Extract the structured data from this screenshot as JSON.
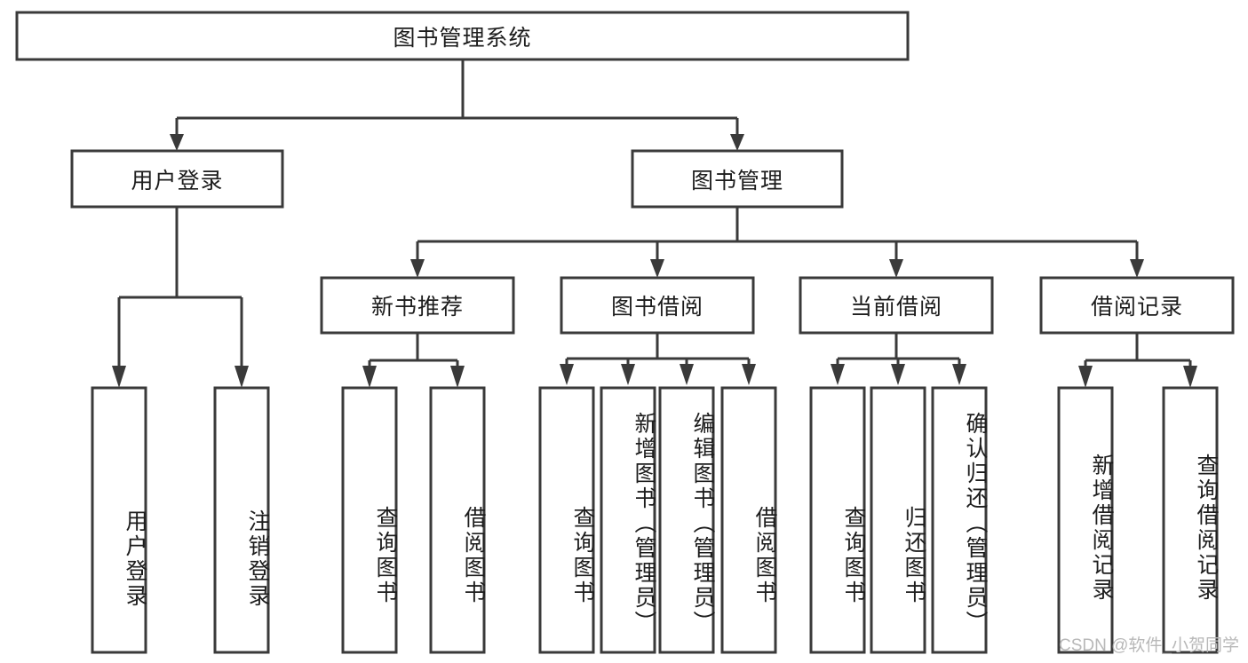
{
  "diagram": {
    "title": "图书管理系统",
    "watermark": "CSDN @软件_小贺同学",
    "colors": {
      "stroke": "#3a3a3a",
      "fill": "#ffffff",
      "text": "#1d1d1d",
      "watermark": "#b8b8b8"
    },
    "levels": {
      "root": {
        "label": "图书管理系统"
      },
      "level2": [
        {
          "label": "用户登录"
        },
        {
          "label": "图书管理"
        }
      ],
      "level3": [
        {
          "label": "新书推荐"
        },
        {
          "label": "图书借阅"
        },
        {
          "label": "当前借阅"
        },
        {
          "label": "借阅记录"
        }
      ],
      "leaves": {
        "user_login": [
          {
            "label": "用户登录"
          },
          {
            "label": "注销登录"
          }
        ],
        "new_book_recommend": [
          {
            "label": "查询图书"
          },
          {
            "label": "借阅图书"
          }
        ],
        "book_borrow": [
          {
            "label": "查询图书"
          },
          {
            "label": "新增图书（管理员）"
          },
          {
            "label": "编辑图书（管理员）"
          },
          {
            "label": "借阅图书"
          }
        ],
        "current_borrow": [
          {
            "label": "查询图书"
          },
          {
            "label": "归还图书"
          },
          {
            "label": "确认归还（管理员）"
          }
        ],
        "borrow_record": [
          {
            "label": "新增借阅记录"
          },
          {
            "label": "查询借阅记录"
          }
        ]
      }
    }
  }
}
